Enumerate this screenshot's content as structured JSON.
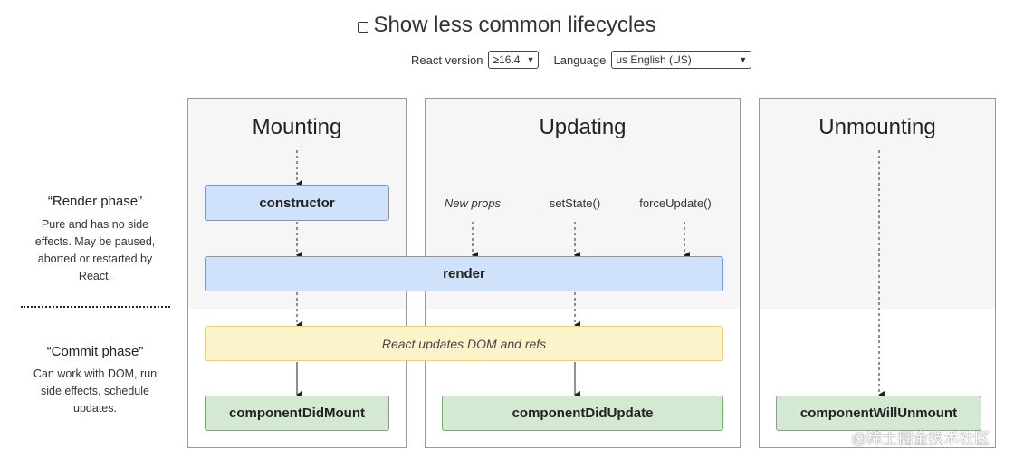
{
  "header": {
    "show_less_label": "Show less common lifecycles",
    "react_version_label": "React version",
    "react_version_value": "≥16.4",
    "language_label": "Language",
    "language_value": "us English (US)"
  },
  "columns": {
    "mounting": "Mounting",
    "updating": "Updating",
    "unmounting": "Unmounting"
  },
  "nodes": {
    "constructor": "constructor",
    "render": "render",
    "react_updates": "React updates DOM and refs",
    "did_mount": "componentDidMount",
    "did_update": "componentDidUpdate",
    "will_unmount": "componentWillUnmount"
  },
  "triggers": {
    "new_props": "New props",
    "set_state": "setState()",
    "force_update": "forceUpdate()"
  },
  "phases": {
    "render_title": "“Render phase”",
    "render_desc": "Pure and has no side effects. May be paused, aborted or restarted by React.",
    "commit_title": "“Commit phase”",
    "commit_desc": "Can work with DOM, run side effects, sched­ule updates."
  },
  "watermark": "@稀土掘金技术社区"
}
